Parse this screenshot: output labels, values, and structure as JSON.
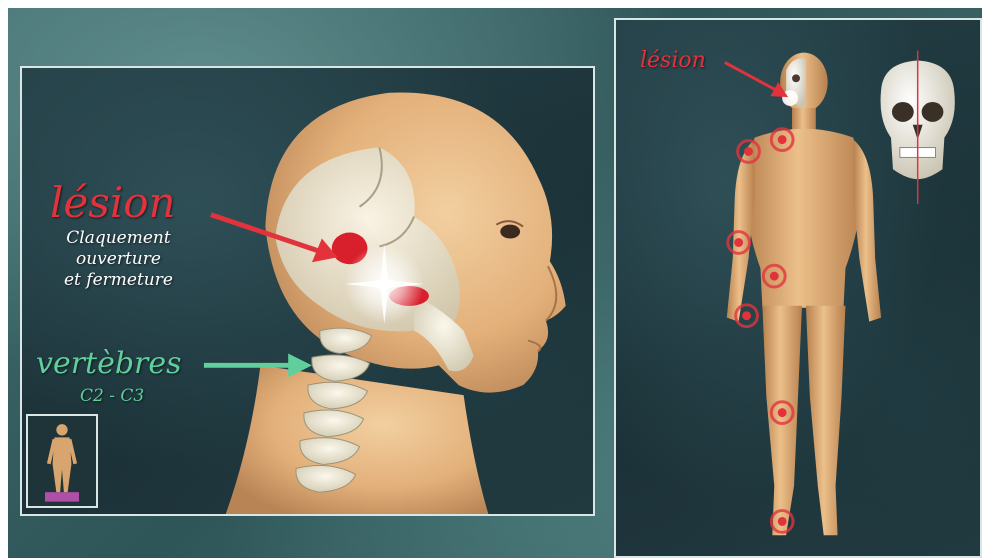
{
  "left_panel": {
    "lesion_label": "lésion",
    "description_lines": [
      "Claquement",
      "ouverture",
      "et fermeture"
    ],
    "vertebrae_label": "vertèbres",
    "vertebrae_range": "C2 - C3"
  },
  "right_panel": {
    "lesion_label": "lésion",
    "pain_points_count": 7
  },
  "colors": {
    "lesion_red": "#e2333d",
    "vertebrae_green": "#5fcf9b",
    "skin": "#e8b87e",
    "bone": "#e9e4cf",
    "panel_border": "#d9e6e6"
  }
}
